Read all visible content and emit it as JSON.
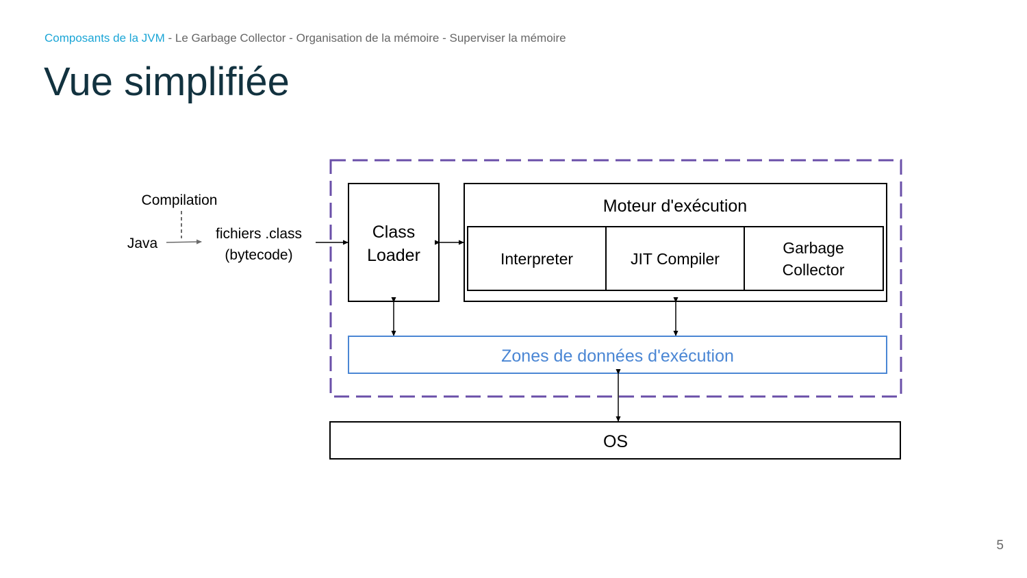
{
  "breadcrumb": {
    "items": [
      {
        "label": "Composants de la JVM",
        "active": true
      },
      {
        "label": "Le Garbage Collector",
        "active": false
      },
      {
        "label": "Organisation de la mémoire",
        "active": false
      },
      {
        "label": "Superviser la mémoire",
        "active": false
      }
    ],
    "separator": " - "
  },
  "title": "Vue simplifiée",
  "diagram": {
    "compilation_label": "Compilation",
    "java_label": "Java",
    "class_files_line1": "fichiers .class",
    "class_files_line2": "(bytecode)",
    "class_loader_line1": "Class",
    "class_loader_line2": "Loader",
    "engine_label": "Moteur d'exécution",
    "interpreter_label": "Interpreter",
    "jit_label": "JIT Compiler",
    "gc_line1": "Garbage",
    "gc_line2": "Collector",
    "data_zones_label": "Zones de données d'exécution",
    "os_label": "OS"
  },
  "colors": {
    "breadcrumb_active": "#1aa5d6",
    "breadcrumb_text": "#666666",
    "title": "#12323f",
    "jvm_border": "#6a4fa8",
    "data_zone": "#4a86d4"
  },
  "page_number": "5"
}
